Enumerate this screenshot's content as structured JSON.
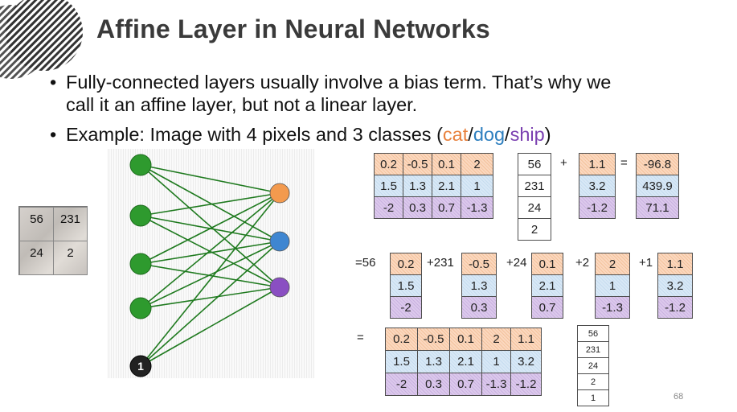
{
  "slide": {
    "title": "Affine Layer in Neural Networks",
    "bullet_marker": "•",
    "bullet1_line1": "Fully-connected layers usually involve a bias term. That’s why we",
    "bullet1_line2": "call it an affine layer, but not a linear layer.",
    "bullet2_prefix": "Example: Image with 4 pixels and 3 classes (",
    "class_cat": "cat",
    "sep1": "/",
    "class_dog": "dog",
    "sep2": "/",
    "class_ship": "ship",
    "bullet2_suffix": ")",
    "page_number": "68"
  },
  "image": {
    "pixels": [
      "56",
      "231",
      "24",
      "2"
    ]
  },
  "network": {
    "bias_label": "1"
  },
  "equation1": {
    "W": [
      [
        "0.2",
        "-0.5",
        "0.1",
        "2"
      ],
      [
        "1.5",
        "1.3",
        "2.1",
        "1"
      ],
      [
        "-2",
        "0.3",
        "0.7",
        "-1.3"
      ]
    ],
    "x": [
      "56",
      "231",
      "24",
      "2"
    ],
    "plus": "+",
    "b": [
      "1.1",
      "3.2",
      "-1.2"
    ],
    "equals": "=",
    "result": [
      "-96.8",
      "439.9",
      "71.1"
    ]
  },
  "equation2": {
    "prefix": "=56",
    "terms": [
      {
        "op": "=56",
        "col": [
          "0.2",
          "1.5",
          "-2"
        ]
      },
      {
        "op": "+231",
        "col": [
          "-0.5",
          "1.3",
          "0.3"
        ]
      },
      {
        "op": "+24",
        "col": [
          "0.1",
          "2.1",
          "0.7"
        ]
      },
      {
        "op": "+2",
        "col": [
          "2",
          "1",
          "-1.3"
        ]
      },
      {
        "op": "+1",
        "col": [
          "1.1",
          "3.2",
          "-1.2"
        ]
      }
    ]
  },
  "equation3": {
    "equals": "=",
    "W": [
      [
        "0.2",
        "-0.5",
        "0.1",
        "2",
        "1.1"
      ],
      [
        "1.5",
        "1.3",
        "2.1",
        "1",
        "3.2"
      ],
      [
        "-2",
        "0.3",
        "0.7",
        "-1.3",
        "-1.2"
      ]
    ],
    "x": [
      "56",
      "231",
      "24",
      "2",
      "1"
    ]
  },
  "colors": {
    "row_cat": "#f3c29c",
    "row_dog": "#c6dcef",
    "row_ship": "#c9b1e0",
    "node_input": "#2e9a2e",
    "node_cat": "#f39a4e",
    "node_dog": "#3f86d1",
    "node_ship": "#8a4fc2",
    "edge": "#1f7a1f"
  }
}
